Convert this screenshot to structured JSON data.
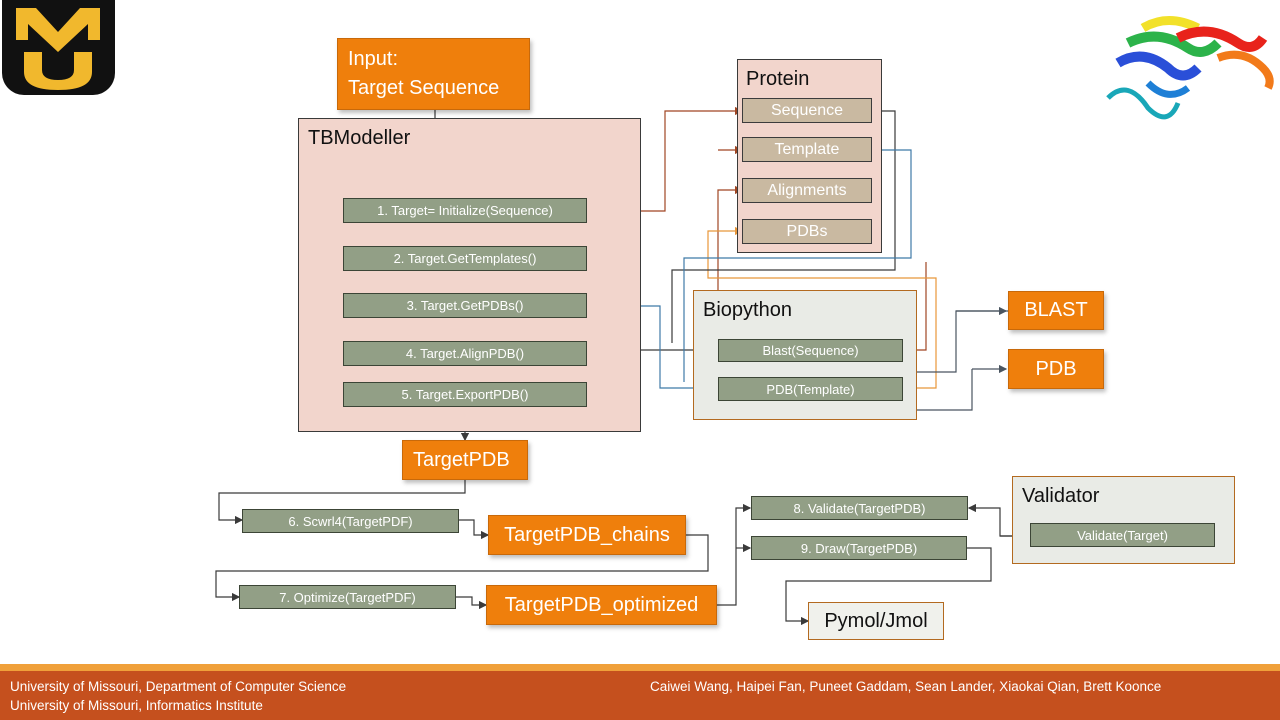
{
  "logo": {
    "text": "MU"
  },
  "input_box": {
    "line1": "Input:",
    "line2": "Target Sequence"
  },
  "tbmodeller": {
    "title": "TBModeller",
    "steps": [
      "1. Target= Initialize(Sequence)",
      "2. Target.GetTemplates()",
      "3. Target.GetPDBs()",
      "4. Target.AlignPDB()",
      "5. Target.ExportPDB()"
    ]
  },
  "protein": {
    "title": "Protein",
    "fields": [
      "Sequence",
      "Template",
      "Alignments",
      "PDBs"
    ]
  },
  "biopython": {
    "title": "Biopython",
    "methods": [
      "Blast(Sequence)",
      "PDB(Template)"
    ]
  },
  "external": {
    "blast": "BLAST",
    "pdb": "PDB"
  },
  "outputs": {
    "target_pdb": "TargetPDB",
    "target_pdb_chains": "TargetPDB_chains",
    "target_pdb_optimized": "TargetPDB_optimized"
  },
  "pipeline": {
    "step6": "6. Scwrl4(TargetPDF)",
    "step7": "7. Optimize(TargetPDF)",
    "step8": "8. Validate(TargetPDB)",
    "step9": "9. Draw(TargetPDB)"
  },
  "validator": {
    "title": "Validator",
    "method": "Validate(Target)"
  },
  "viewer": {
    "label": "Pymol/Jmol"
  },
  "footer": {
    "left_line1": "University of Missouri, Department of Computer Science",
    "left_line2": "University of Missouri, Informatics Institute",
    "authors": "Caiwei Wang, Haipei Fan, Puneet Gaddam, Sean Lander, Xiaokai Qian, Brett Koonce"
  },
  "colors": {
    "orange": "#ef7f0c",
    "step_fill": "#929f86",
    "field_fill": "#c9b9a1",
    "container_fill": "#f2d5cc",
    "footer": "#c5501e",
    "logo_gold": "#f1b82d"
  }
}
